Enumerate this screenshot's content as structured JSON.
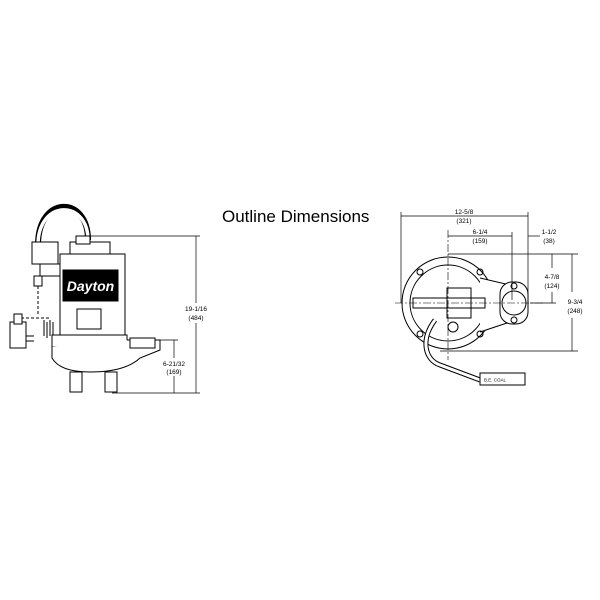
{
  "title": "Outline Dimensions",
  "side_view": {
    "brand_logo": "Dayton",
    "overall_height": {
      "imperial": "19-1/16",
      "metric": "(484)"
    },
    "discharge_height": {
      "imperial": "6-21/32",
      "metric": "(169)"
    }
  },
  "top_view": {
    "overall_width": {
      "imperial": "12-5/8",
      "metric": "(321)"
    },
    "center_to_discharge": {
      "imperial": "6-1/4",
      "metric": "(159)"
    },
    "discharge_offset": {
      "imperial": "1-1/2",
      "metric": "(38)"
    },
    "discharge_depth": {
      "imperial": "4-7/8",
      "metric": "(124)"
    },
    "overall_depth": {
      "imperial": "9-3/4",
      "metric": "(248)"
    },
    "plug_label": "B.E. COAL"
  }
}
